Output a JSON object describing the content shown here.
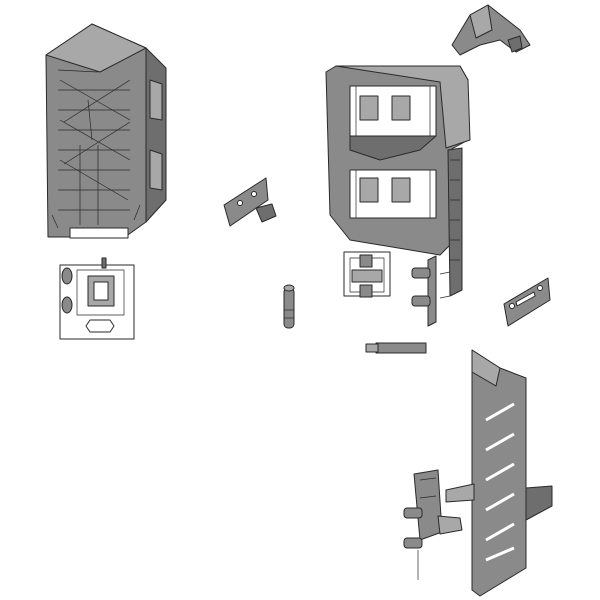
{
  "diagram": {
    "style": "exploded-view technical illustration",
    "labels": [],
    "parts": [
      {
        "id": "corner-housing-left",
        "name": "corner-housing-left"
      },
      {
        "id": "mounting-plate",
        "name": "mounting-plate"
      },
      {
        "id": "angle-bracket",
        "name": "angle-bracket"
      },
      {
        "id": "dowel-pin",
        "name": "dowel-pin"
      },
      {
        "id": "corner-cap",
        "name": "corner-cap"
      },
      {
        "id": "corner-housing-right",
        "name": "corner-housing-right"
      },
      {
        "id": "clip-fixture",
        "name": "clip-fixture"
      },
      {
        "id": "side-rail-connector",
        "name": "side-rail-connector"
      },
      {
        "id": "slotted-plate",
        "name": "slotted-plate"
      },
      {
        "id": "connector-rod",
        "name": "connector-rod"
      },
      {
        "id": "drawer-side-panel",
        "name": "drawer-side-panel"
      },
      {
        "id": "front-fixing-bracket",
        "name": "front-fixing-bracket"
      }
    ]
  },
  "colors": {
    "part_fill": "#8a8a8a",
    "part_fill_light": "#a8a8a8",
    "part_fill_dark": "#6e6e6e",
    "outline": "#2a2a2a",
    "background": "#ffffff"
  }
}
